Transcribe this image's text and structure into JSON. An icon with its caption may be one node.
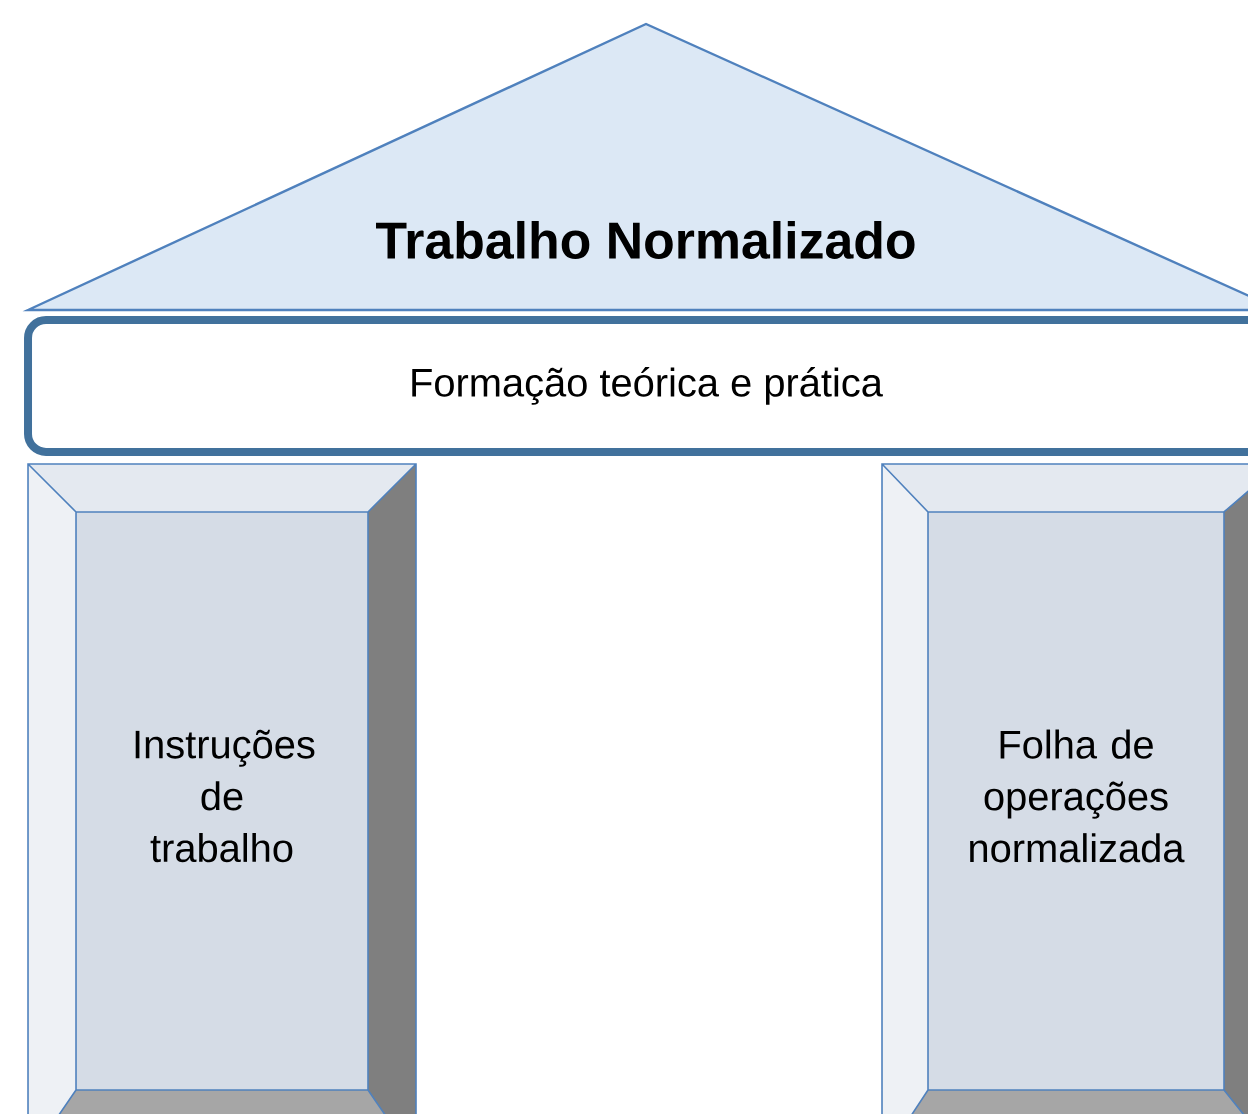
{
  "diagram": {
    "nodes": [
      {
        "text": [
          "Trabalho Normalizado"
        ]
      },
      {
        "text": [
          "Formação teórica e prática"
        ]
      },
      {
        "text": [
          "Instruções de trabalho"
        ]
      },
      {
        "text": [
          "Folha de operações normalizada"
        ]
      }
    ]
  }
}
